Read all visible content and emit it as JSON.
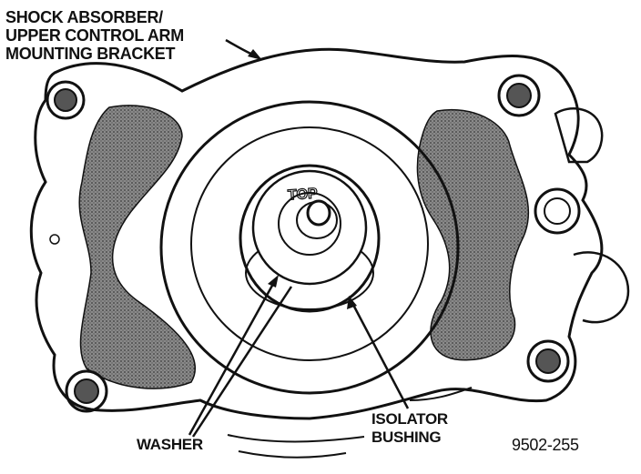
{
  "labels": {
    "bracket_line1": "SHOCK ABSORBER/",
    "bracket_line2": "UPPER CONTROL ARM",
    "bracket_line3": "MOUNTING BRACKET",
    "washer": "WASHER",
    "isolator_line1": "ISOLATOR",
    "isolator_line2": "BUSHING",
    "top_mark": "TOP",
    "figure_number": "9502-255"
  },
  "colors": {
    "ink": "#111111",
    "pad_fill": "#6e6e6e",
    "paper": "#ffffff"
  }
}
